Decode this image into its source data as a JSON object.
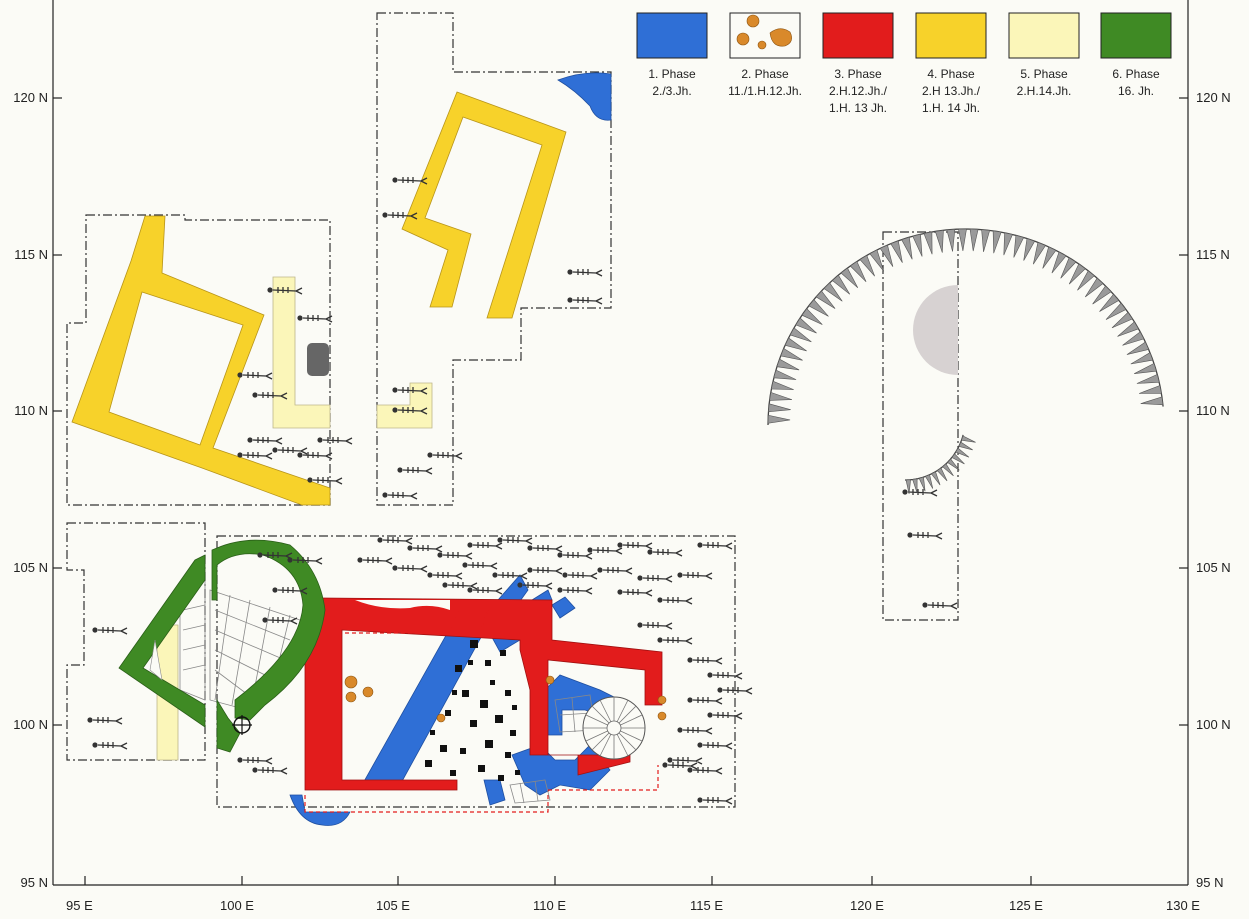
{
  "axes": {
    "y_labels": [
      "120 N",
      "115 N",
      "110 N",
      "105 N",
      "100 N",
      "95 N"
    ],
    "x_labels": [
      "95 E",
      "100 E",
      "105 E",
      "110 E",
      "115 E",
      "120 E",
      "125 E",
      "130 E"
    ]
  },
  "legend": [
    {
      "line1": "1. Phase",
      "line2": "2./3.Jh.",
      "line3": "",
      "color": "#2f6fd6"
    },
    {
      "line1": "2. Phase",
      "line2": "11./1.H.12.Jh.",
      "line3": "",
      "color": "#d9892a"
    },
    {
      "line1": "3. Phase",
      "line2": "2.H.12.Jh./",
      "line3": "1.H. 13 Jh.",
      "color": "#e21c1c"
    },
    {
      "line1": "4. Phase",
      "line2": "2.H 13.Jh./",
      "line3": "1.H. 14 Jh.",
      "color": "#f7d22a"
    },
    {
      "line1": "5. Phase",
      "line2": "2.H.14.Jh.",
      "line3": "",
      "color": "#fbf6b9"
    },
    {
      "line1": "6. Phase",
      "line2": "16. Jh.",
      "line3": "",
      "color": "#3f8a24"
    }
  ]
}
